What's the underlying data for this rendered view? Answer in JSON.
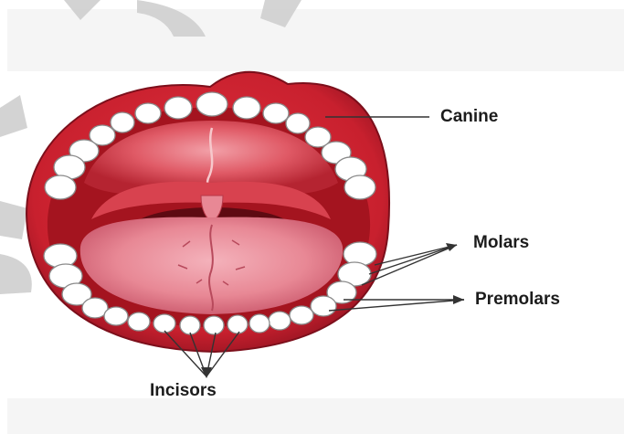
{
  "labels": {
    "canine": "Canine",
    "molars": "Molars",
    "premolars": "Premolars",
    "incisors": "Incisors"
  },
  "colors": {
    "lip": "#c8202e",
    "lip_dark": "#8e1220",
    "mouth_interior": "#a4141f",
    "palate": "#e05a66",
    "palate_light": "#f0909a",
    "tongue": "#e88895",
    "tongue_shadow": "#c9566a",
    "throat": "#5e0a12",
    "tooth": "#ffffff",
    "tooth_outline": "#8a8a8a",
    "leader_line": "#333333",
    "watermark": "#c8c8c8"
  },
  "watermark": "watermark-shapes"
}
